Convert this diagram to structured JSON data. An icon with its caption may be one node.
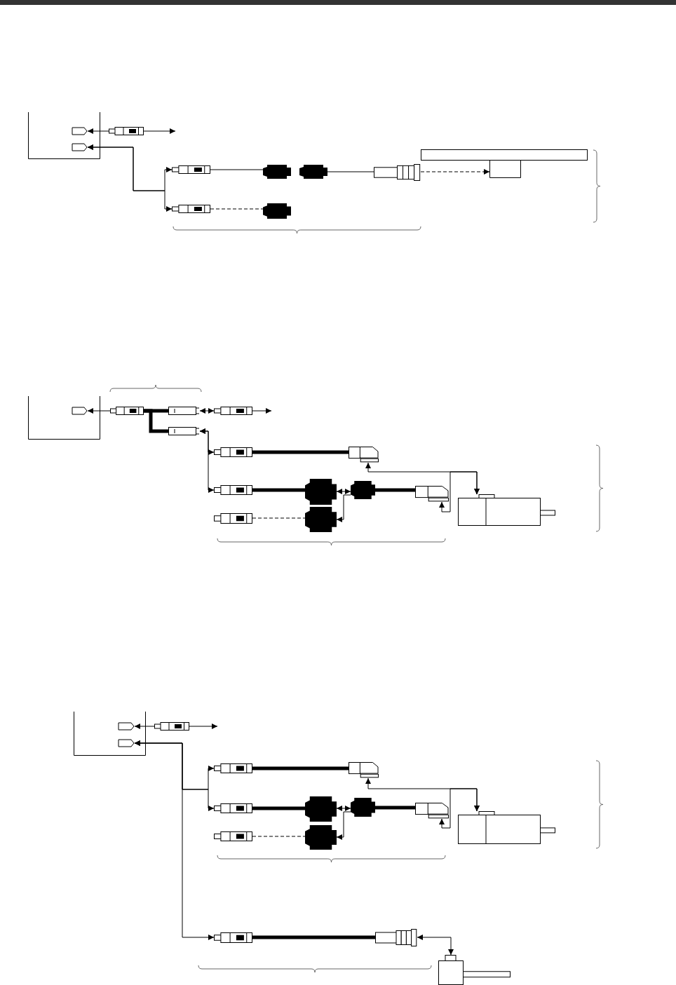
{
  "diagram": {
    "nodes": [
      {
        "text": [],
        "shape": "box"
      },
      {
        "text": [],
        "shape": "port",
        "in": 0
      },
      {
        "text": [],
        "shape": "port",
        "in": 0
      },
      {
        "text": [],
        "shape": "plug"
      },
      {
        "text": [],
        "shape": "plug"
      },
      {
        "text": [],
        "shape": "plug"
      },
      {
        "text": [],
        "shape": "coupler"
      },
      {
        "text": [],
        "shape": "coupler"
      },
      {
        "text": [],
        "shape": "connector"
      },
      {
        "text": [],
        "shape": "bar"
      },
      {
        "text": [],
        "shape": "box"
      },
      {
        "text": [],
        "shape": "coupler"
      },
      {
        "text": [],
        "shape": "box"
      },
      {
        "text": [],
        "shape": "port",
        "in": 12
      },
      {
        "text": [],
        "shape": "plug"
      },
      {
        "text": [],
        "shape": "socket"
      },
      {
        "text": [],
        "shape": "socket"
      },
      {
        "text": [],
        "shape": "plug"
      },
      {
        "text": [],
        "shape": "plug"
      },
      {
        "text": [],
        "shape": "elbow"
      },
      {
        "text": [],
        "shape": "plug"
      },
      {
        "text": [],
        "shape": "coupler"
      },
      {
        "text": [],
        "shape": "coupler"
      },
      {
        "text": [],
        "shape": "elbow"
      },
      {
        "text": [],
        "shape": "plug"
      },
      {
        "text": [],
        "shape": "coupler"
      },
      {
        "text": [],
        "shape": "motor"
      },
      {
        "text": [],
        "shape": "box"
      },
      {
        "text": [],
        "shape": "port",
        "in": 27
      },
      {
        "text": [],
        "shape": "port",
        "in": 27
      },
      {
        "text": [],
        "shape": "plug"
      },
      {
        "text": [],
        "shape": "plug"
      },
      {
        "text": [],
        "shape": "elbow"
      },
      {
        "text": [],
        "shape": "plug"
      },
      {
        "text": [],
        "shape": "coupler"
      },
      {
        "text": [],
        "shape": "coupler"
      },
      {
        "text": [],
        "shape": "elbow"
      },
      {
        "text": [],
        "shape": "plug"
      },
      {
        "text": [],
        "shape": "coupler"
      },
      {
        "text": [],
        "shape": "motor"
      },
      {
        "text": [],
        "shape": "plug"
      },
      {
        "text": [],
        "shape": "connector"
      },
      {
        "text": [],
        "shape": "motor"
      }
    ],
    "edges": [
      {
        "from": 3,
        "to": 1,
        "arrow": "to"
      },
      {
        "from": 3,
        "to": null,
        "arrow": "to"
      },
      {
        "from": 2,
        "to": 4,
        "arrow": "both"
      },
      {
        "from": 2,
        "to": 5,
        "arrow": "both"
      },
      {
        "from": 4,
        "to": 6,
        "arrow": "none"
      },
      {
        "from": 7,
        "to": 8,
        "arrow": "none"
      },
      {
        "from": 8,
        "to": 10,
        "arrow": "to",
        "style": "dashed"
      },
      {
        "from": 5,
        "to": 11,
        "arrow": "none",
        "style": "dashed"
      },
      {
        "from": 14,
        "to": 13,
        "arrow": "to"
      },
      {
        "from": 14,
        "to": 15,
        "arrow": "none",
        "style": "thick"
      },
      {
        "from": 14,
        "to": 16,
        "arrow": "none",
        "style": "thick"
      },
      {
        "from": 15,
        "to": 17,
        "arrow": "both"
      },
      {
        "from": 17,
        "to": null,
        "arrow": "to"
      },
      {
        "from": 16,
        "to": 18,
        "arrow": "both"
      },
      {
        "from": 16,
        "to": 20,
        "arrow": "both"
      },
      {
        "from": 18,
        "to": 19,
        "arrow": "none",
        "style": "thick"
      },
      {
        "from": 19,
        "to": 26,
        "arrow": "both"
      },
      {
        "from": 20,
        "to": 21,
        "arrow": "none",
        "style": "thick"
      },
      {
        "from": 21,
        "to": 22,
        "arrow": "both"
      },
      {
        "from": 22,
        "to": 25,
        "arrow": "to"
      },
      {
        "from": 22,
        "to": 23,
        "arrow": "none",
        "style": "thick"
      },
      {
        "from": 24,
        "to": 25,
        "arrow": "none",
        "style": "dashed"
      },
      {
        "from": 23,
        "to": 26,
        "arrow": "both"
      },
      {
        "from": 30,
        "to": 28,
        "arrow": "to"
      },
      {
        "from": 30,
        "to": null,
        "arrow": "to"
      },
      {
        "from": 29,
        "to": 31,
        "arrow": "both"
      },
      {
        "from": 29,
        "to": 33,
        "arrow": "both"
      },
      {
        "from": 29,
        "to": 40,
        "arrow": "both"
      },
      {
        "from": 31,
        "to": 32,
        "arrow": "none",
        "style": "thick"
      },
      {
        "from": 32,
        "to": 39,
        "arrow": "both"
      },
      {
        "from": 33,
        "to": 34,
        "arrow": "none",
        "style": "thick"
      },
      {
        "from": 34,
        "to": 35,
        "arrow": "both"
      },
      {
        "from": 35,
        "to": 38,
        "arrow": "to"
      },
      {
        "from": 35,
        "to": 36,
        "arrow": "none",
        "style": "thick"
      },
      {
        "from": 37,
        "to": 38,
        "arrow": "none",
        "style": "dashed"
      },
      {
        "from": 36,
        "to": 39,
        "arrow": "both"
      },
      {
        "from": 40,
        "to": 41,
        "arrow": "none",
        "style": "thick"
      },
      {
        "from": 41,
        "to": 42,
        "arrow": "both"
      }
    ]
  }
}
